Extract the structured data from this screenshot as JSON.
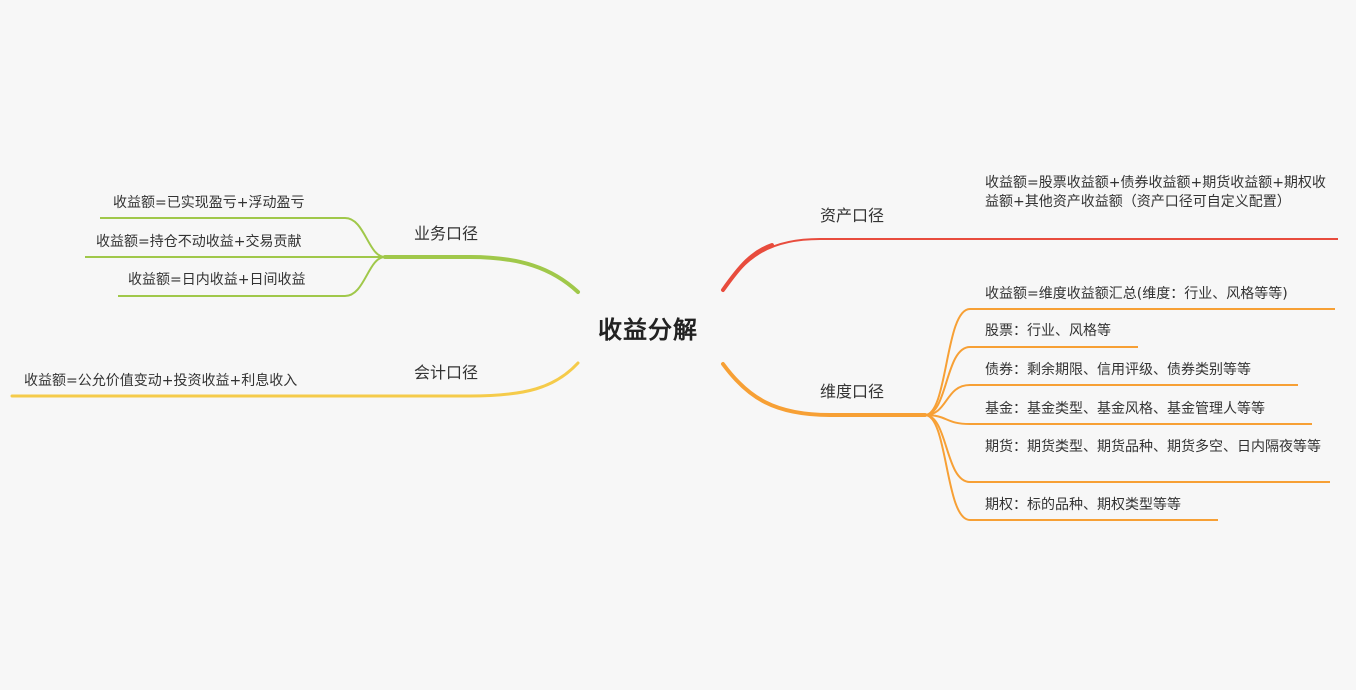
{
  "root": "收益分解",
  "colors": {
    "business": "#a0c84a",
    "accounting": "#f5cb4a",
    "asset": "#e84c3d",
    "dimension": "#f7a035",
    "background": "#f7f7f7"
  },
  "branches": {
    "business": {
      "label": "业务口径",
      "leaves": [
        "收益额=已实现盈亏+浮动盈亏",
        "收益额=持仓不动收益+交易贡献",
        "收益额=日内收益+日间收益"
      ]
    },
    "accounting": {
      "label": "会计口径",
      "leaves": [
        "收益额=公允价值变动+投资收益+利息收入"
      ]
    },
    "asset": {
      "label": "资产口径",
      "leaves": [
        "收益额=股票收益额+债券收益额+期货收益额+期权收益额+其他资产收益额（资产口径可自定义配置）"
      ]
    },
    "dimension": {
      "label": "维度口径",
      "leaves": [
        "收益额=维度收益额汇总(维度：行业、风格等等)",
        "股票：行业、风格等",
        "债券：剩余期限、信用评级、债券类别等等",
        "基金：基金类型、基金风格、基金管理人等等",
        "期货：期货类型、期货品种、期货多空、日内隔夜等等",
        "期权：标的品种、期权类型等等"
      ]
    }
  }
}
